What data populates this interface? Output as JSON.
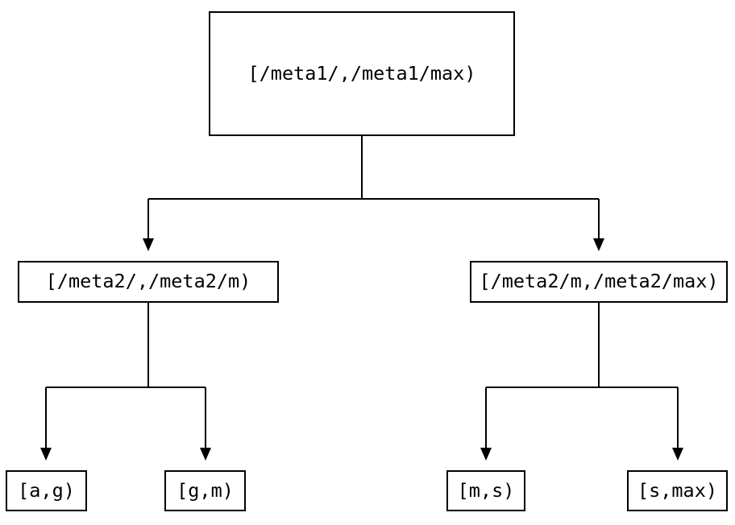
{
  "diagram": {
    "type": "tree",
    "description": "Two-level key-range partition tree diagram",
    "nodes": [
      {
        "id": "root",
        "label": "[/meta1/,/meta1/max)"
      },
      {
        "id": "meta2-left",
        "label": "[/meta2/,/meta2/m)"
      },
      {
        "id": "meta2-right",
        "label": "[/meta2/m,/meta2/max)"
      },
      {
        "id": "leaf-a-g",
        "label": "[a,g)"
      },
      {
        "id": "leaf-g-m",
        "label": "[g,m)"
      },
      {
        "id": "leaf-m-s",
        "label": "[m,s)"
      },
      {
        "id": "leaf-s-max",
        "label": "[s,max)"
      }
    ],
    "edges": [
      {
        "from": "root",
        "to": "meta2-left"
      },
      {
        "from": "root",
        "to": "meta2-right"
      },
      {
        "from": "meta2-left",
        "to": "leaf-a-g"
      },
      {
        "from": "meta2-left",
        "to": "leaf-g-m"
      },
      {
        "from": "meta2-right",
        "to": "leaf-m-s"
      },
      {
        "from": "meta2-right",
        "to": "leaf-s-max"
      }
    ],
    "colors": {
      "line": "#000000",
      "box_border": "#000000",
      "text": "#000000",
      "background": "#ffffff"
    }
  }
}
